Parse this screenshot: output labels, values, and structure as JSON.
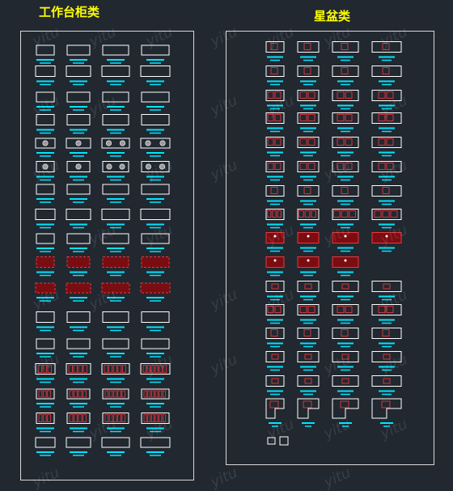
{
  "left_title": "工作台柜类",
  "right_title": "星盆类",
  "watermark": "yitu",
  "colors": {
    "background": "#212830",
    "outline": "#ffffff",
    "cyan": "#00e5ff",
    "red": "#e8383d",
    "dark_red": "#7a0d12",
    "title": "#ffff00"
  }
}
